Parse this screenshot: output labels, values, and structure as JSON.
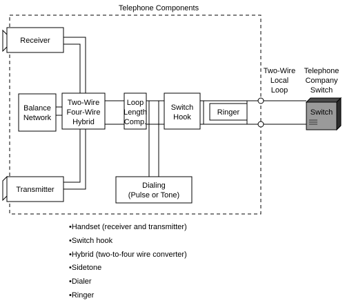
{
  "title": "Telephone Components",
  "blocks": {
    "receiver": "Receiver",
    "transmitter": "Transmitter",
    "balance_network": [
      "Balance",
      "Network"
    ],
    "hybrid": [
      "Two-Wire",
      "Four-Wire",
      "Hybrid"
    ],
    "loop_comp": [
      "Loop",
      "Length",
      "Comp."
    ],
    "switch_hook": [
      "Switch",
      "Hook"
    ],
    "ringer": "Ringer",
    "dialing": [
      "Dialing",
      "(Pulse or Tone)"
    ]
  },
  "external": {
    "loop_label": [
      "Two-Wire",
      "Local",
      "Loop"
    ],
    "company_label": [
      "Telephone",
      "Company",
      "Switch"
    ],
    "switch_box": "Switch"
  },
  "bullets": [
    "Handset (receiver and transmitter)",
    "Switch hook",
    "Hybrid (two-to-four wire converter)",
    "Sidetone",
    "Dialer",
    "Ringer"
  ]
}
